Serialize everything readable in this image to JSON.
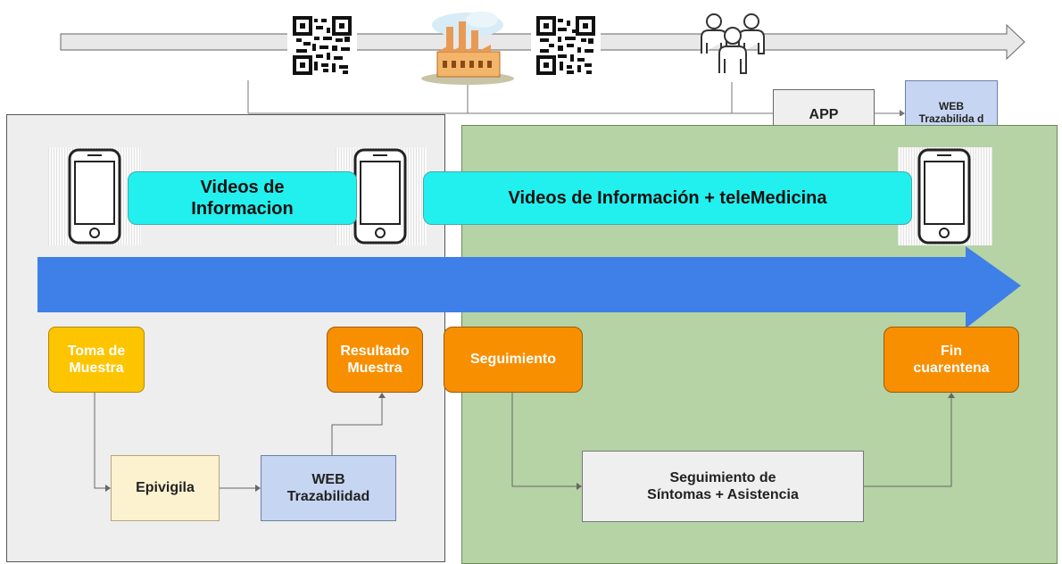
{
  "labels": {
    "app": "APP",
    "web_top": "WEB Trazabilida d",
    "videos_info": "Videos de Informacion",
    "videos_tele": "Videos de Información + teleMedicina",
    "toma_muestra": "Toma de Muestra",
    "resultado": "Resultado Muestra",
    "seguimiento": "Seguimiento",
    "fin_cuarentena": "Fin cuarentena",
    "epivigila": "Epivigila",
    "web_trazabilidad": "WEB Trazabilidad",
    "seg_sintomas": "Seguimiento de Síntomas + Asistencia"
  },
  "icons": [
    "qr-code-icon",
    "factory-icon",
    "people-group-icon",
    "smartphone-icon"
  ],
  "colors": {
    "cyan": "#22f0ee",
    "orange": "#f88f00",
    "yellow": "#fdc400",
    "blue_arrow": "#3f7fe8",
    "left_panel": "#eeeeee",
    "right_panel": "#b5d3a5",
    "light_blue": "#c6d6f2",
    "cream": "#fdf2d0"
  }
}
